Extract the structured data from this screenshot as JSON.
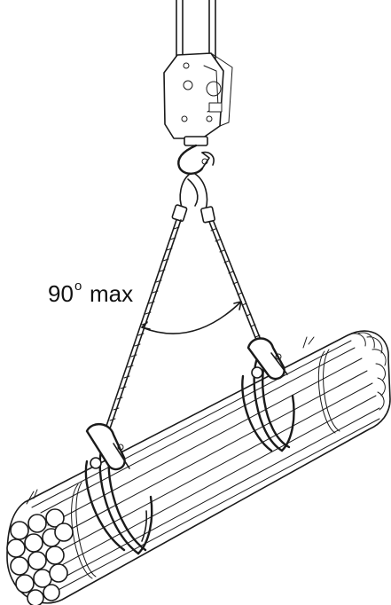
{
  "annotation": {
    "angle_value": "90",
    "degree_symbol": "o",
    "qualifier": "max"
  },
  "colors": {
    "line": "#1a1a1a",
    "background": "#ffffff"
  }
}
